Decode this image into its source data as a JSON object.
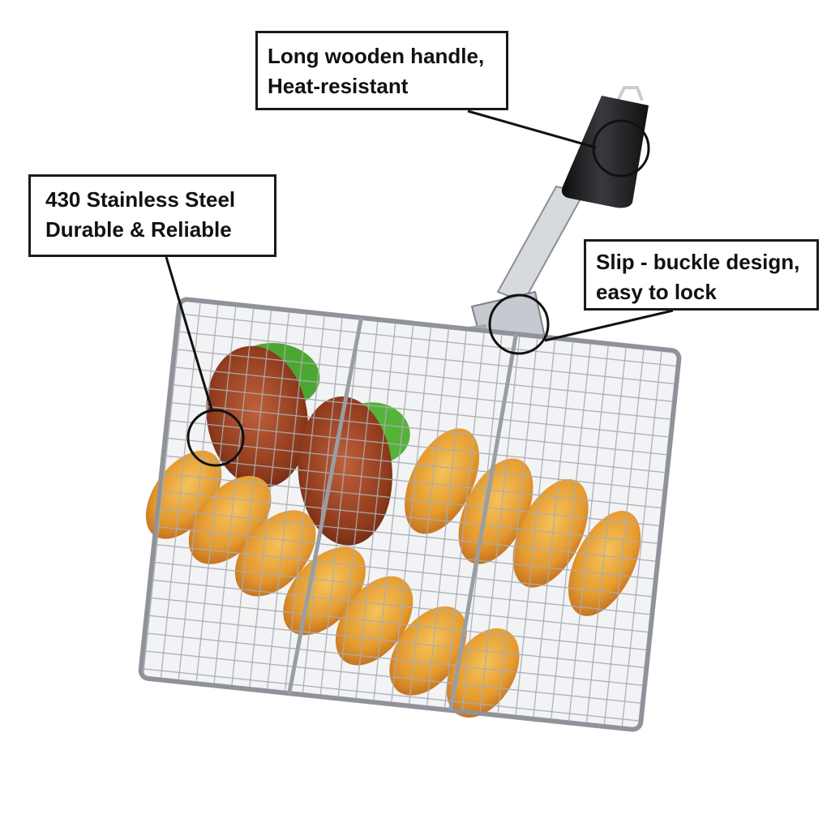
{
  "colors": {
    "outline": "#1a1a1a",
    "steel": "#b9bcc2",
    "handle": "#1d1d1f",
    "chicken": "#e7a33a",
    "meat": "#9a4522",
    "lettuce": "#4aa832"
  },
  "callouts": {
    "handle": {
      "line1": "Long wooden handle,",
      "line2": "Heat-resistant"
    },
    "steel": {
      "line1": "430 Stainless Steel",
      "line2": "Durable & Reliable"
    },
    "buckle": {
      "line1": "Slip - buckle design,",
      "line2": "easy to lock"
    }
  }
}
